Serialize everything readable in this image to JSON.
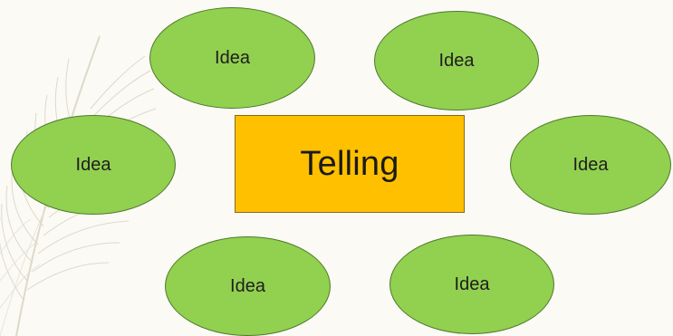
{
  "diagram": {
    "center": {
      "label": "Telling",
      "color": "#ffc000"
    },
    "idea_color": "#92d050",
    "ideas": [
      {
        "label": "Idea"
      },
      {
        "label": "Idea"
      },
      {
        "label": "Idea"
      },
      {
        "label": "Idea"
      },
      {
        "label": "Idea"
      },
      {
        "label": "Idea"
      }
    ]
  }
}
